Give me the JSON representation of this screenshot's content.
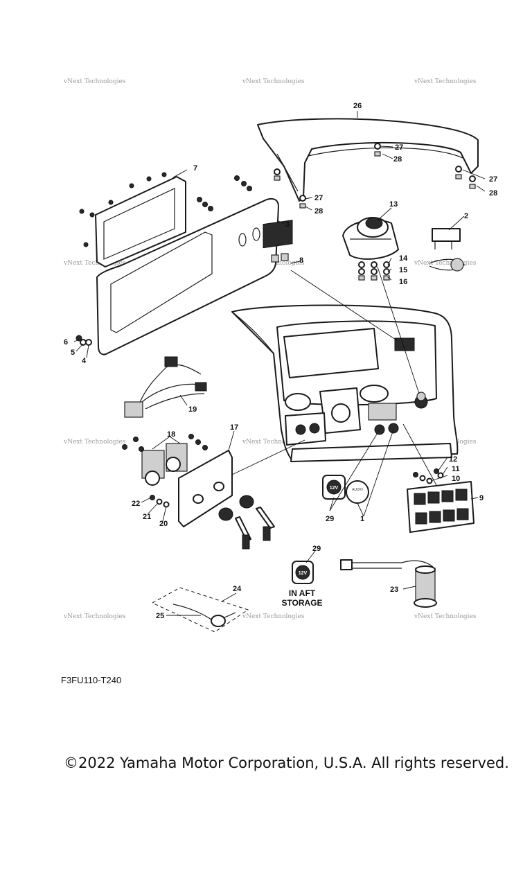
{
  "diagram": {
    "callouts": [
      "1",
      "2",
      "3",
      "4",
      "5",
      "6",
      "7",
      "8",
      "9",
      "10",
      "11",
      "12",
      "13",
      "14",
      "15",
      "16",
      "17",
      "18",
      "19",
      "20",
      "21",
      "22",
      "23",
      "24",
      "25",
      "26",
      "27",
      "28",
      "29"
    ],
    "note_29": [
      "IN AFT",
      "STORAGE"
    ],
    "outlet_label": "12V",
    "audio_label": "AUDIO",
    "watermark": "vNext Technologies",
    "figure_code": "F3FU110-T240",
    "copyright": "©2022 Yamaha Motor Corporation, U.S.A. All rights reserved."
  }
}
